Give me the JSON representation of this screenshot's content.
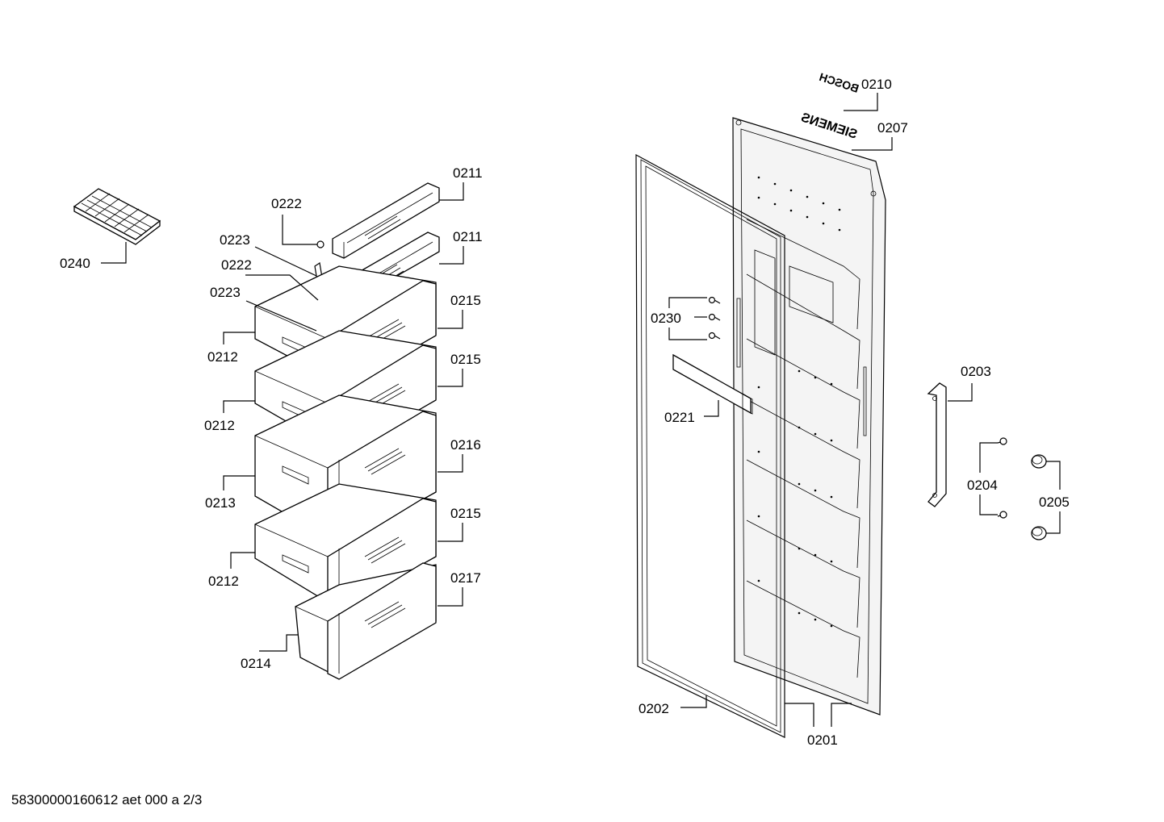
{
  "labels": {
    "p0210": "0210",
    "p0207": "0207",
    "p0211a": "0211",
    "p0211b": "0211",
    "p0222a": "0222",
    "p0222b": "0222",
    "p0223a": "0223",
    "p0223b": "0223",
    "p0240": "0240",
    "p0215a": "0215",
    "p0215b": "0215",
    "p0215c": "0215",
    "p0212a": "0212",
    "p0212b": "0212",
    "p0212c": "0212",
    "p0216": "0216",
    "p0213": "0213",
    "p0217": "0217",
    "p0214": "0214",
    "p0230": "0230",
    "p0221": "0221",
    "p0203": "0203",
    "p0204": "0204",
    "p0205": "0205",
    "p0202": "0202",
    "p0201": "0201"
  },
  "brands": {
    "bosch": "BOSCH",
    "siemens": "SIEMENS"
  },
  "footer": {
    "doc_id": "58300000160612 aet 000 a 2/3"
  }
}
